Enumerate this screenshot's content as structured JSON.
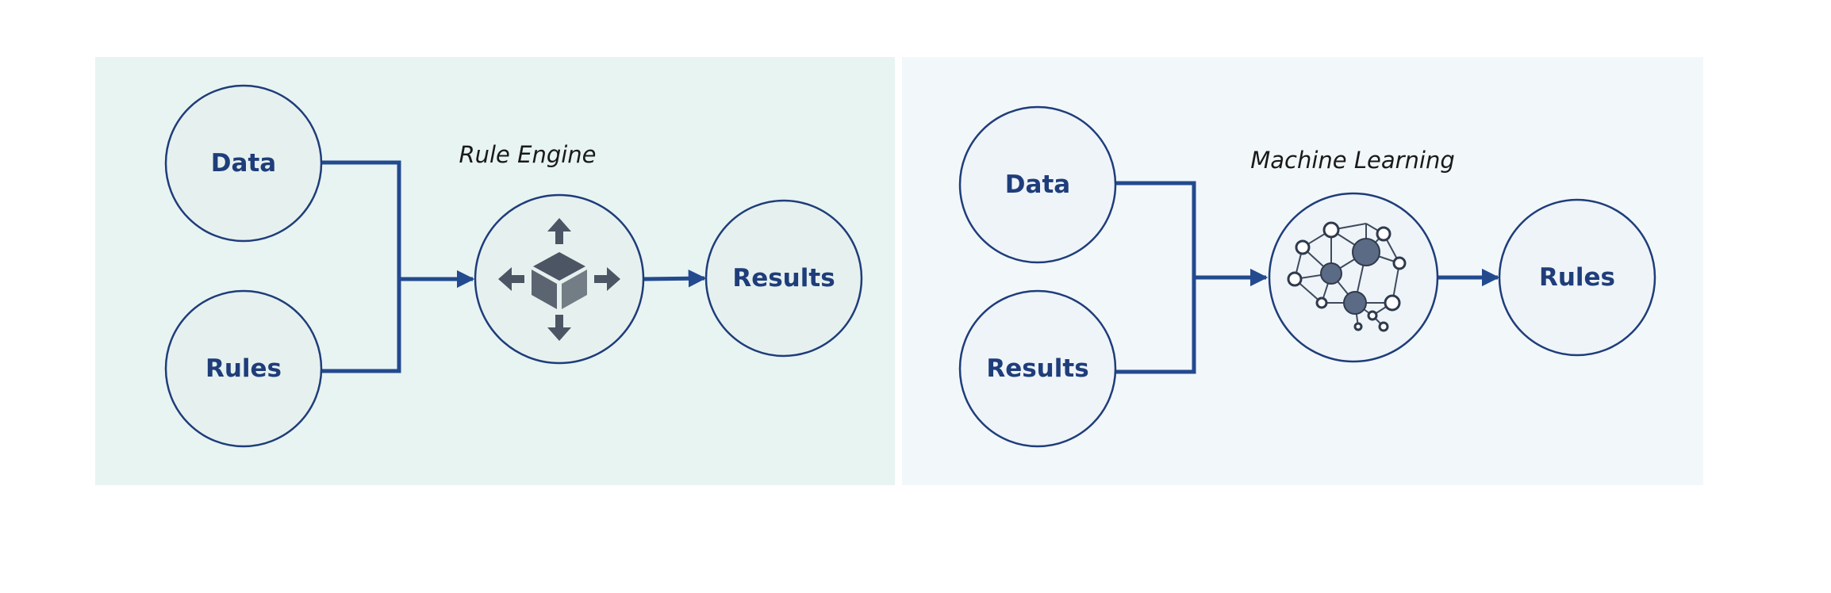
{
  "left_panel": {
    "title": "Rule Engine",
    "inputs": [
      "Data",
      "Rules"
    ],
    "processor_icon": "cube-with-arrows-icon",
    "output": "Results"
  },
  "right_panel": {
    "title": "Machine Learning",
    "inputs": [
      "Data",
      "Results"
    ],
    "processor_icon": "neural-network-icon",
    "output": "Rules"
  },
  "colors": {
    "left_panel_bg": "#e8f4f2",
    "right_panel_bg": "#f2f7fa",
    "stroke": "#1f3d7a",
    "connector": "#234a8f"
  }
}
